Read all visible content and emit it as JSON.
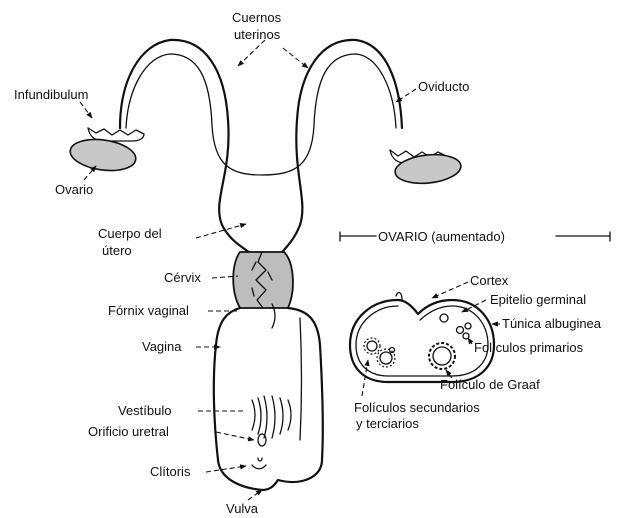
{
  "colors": {
    "line": "#111111",
    "ovary_fill": "#c8c8c8",
    "cervix_fill": "#bdbdbd",
    "background": "#ffffff"
  },
  "labels": {
    "cuernos_uterinos_1": "Cuernos",
    "cuernos_uterinos_2": "uterinos",
    "infundibulum": "Infundibulum",
    "oviducto": "Oviducto",
    "ovario": "Ovario",
    "cuerpo_del_utero_1": "Cuerpo del",
    "cuerpo_del_utero_2": "útero",
    "cervix": "Cérvix",
    "fornix_vaginal": "Fórnix vaginal",
    "vagina": "Vagina",
    "vestibulo": "Vestíbulo",
    "orificio_uretral": "Orificio uretral",
    "clitoris": "Clítoris",
    "vulva": "Vulva"
  },
  "inset": {
    "title": "OVARIO (aumentado)",
    "labels": {
      "cortex": "Cortex",
      "epitelio_germinal": "Epitelio germinal",
      "tunica_albuginea": "Túnica albuginea",
      "foliculos_primarios": "Folículos primarios",
      "foliculo_de_graaf": "Folículo de Graaf",
      "foliculos_secundarios_1": "Folículos secundarios",
      "foliculos_secundarios_2": "y terciarios"
    }
  }
}
